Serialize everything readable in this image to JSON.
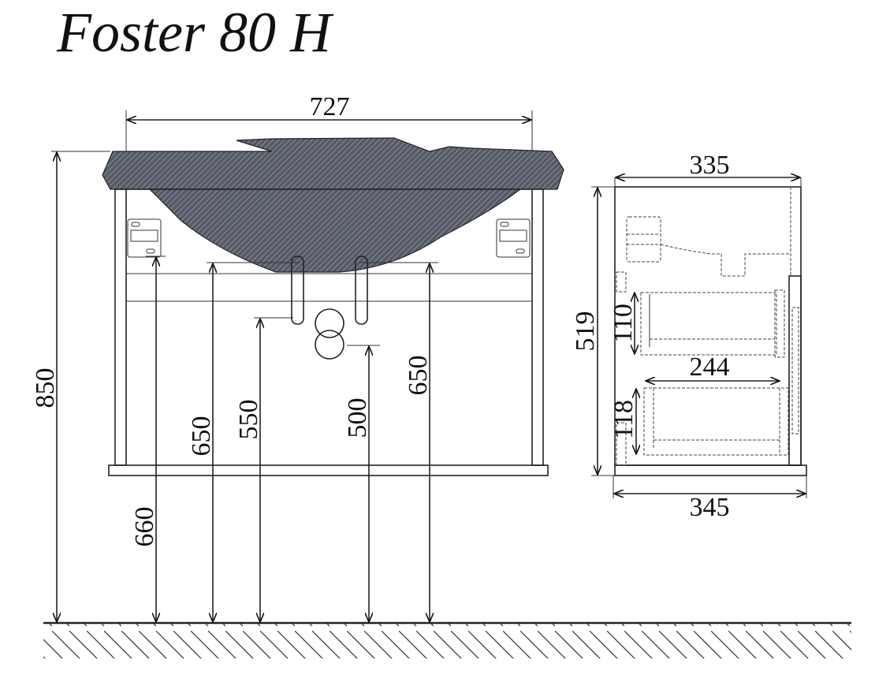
{
  "title": "Foster 80 H",
  "front_view": {
    "width": "727",
    "total_height": "850",
    "mount_height": "660",
    "pipe_left_height": "650",
    "pipe_mid_height": "550",
    "drain_height": "500",
    "pipe_right_height": "650"
  },
  "side_view": {
    "depth_top": "335",
    "height": "519",
    "depth_base": "345",
    "drawer_width": "244",
    "drawer_top_height": "110",
    "drawer_bottom_height": "118"
  }
}
